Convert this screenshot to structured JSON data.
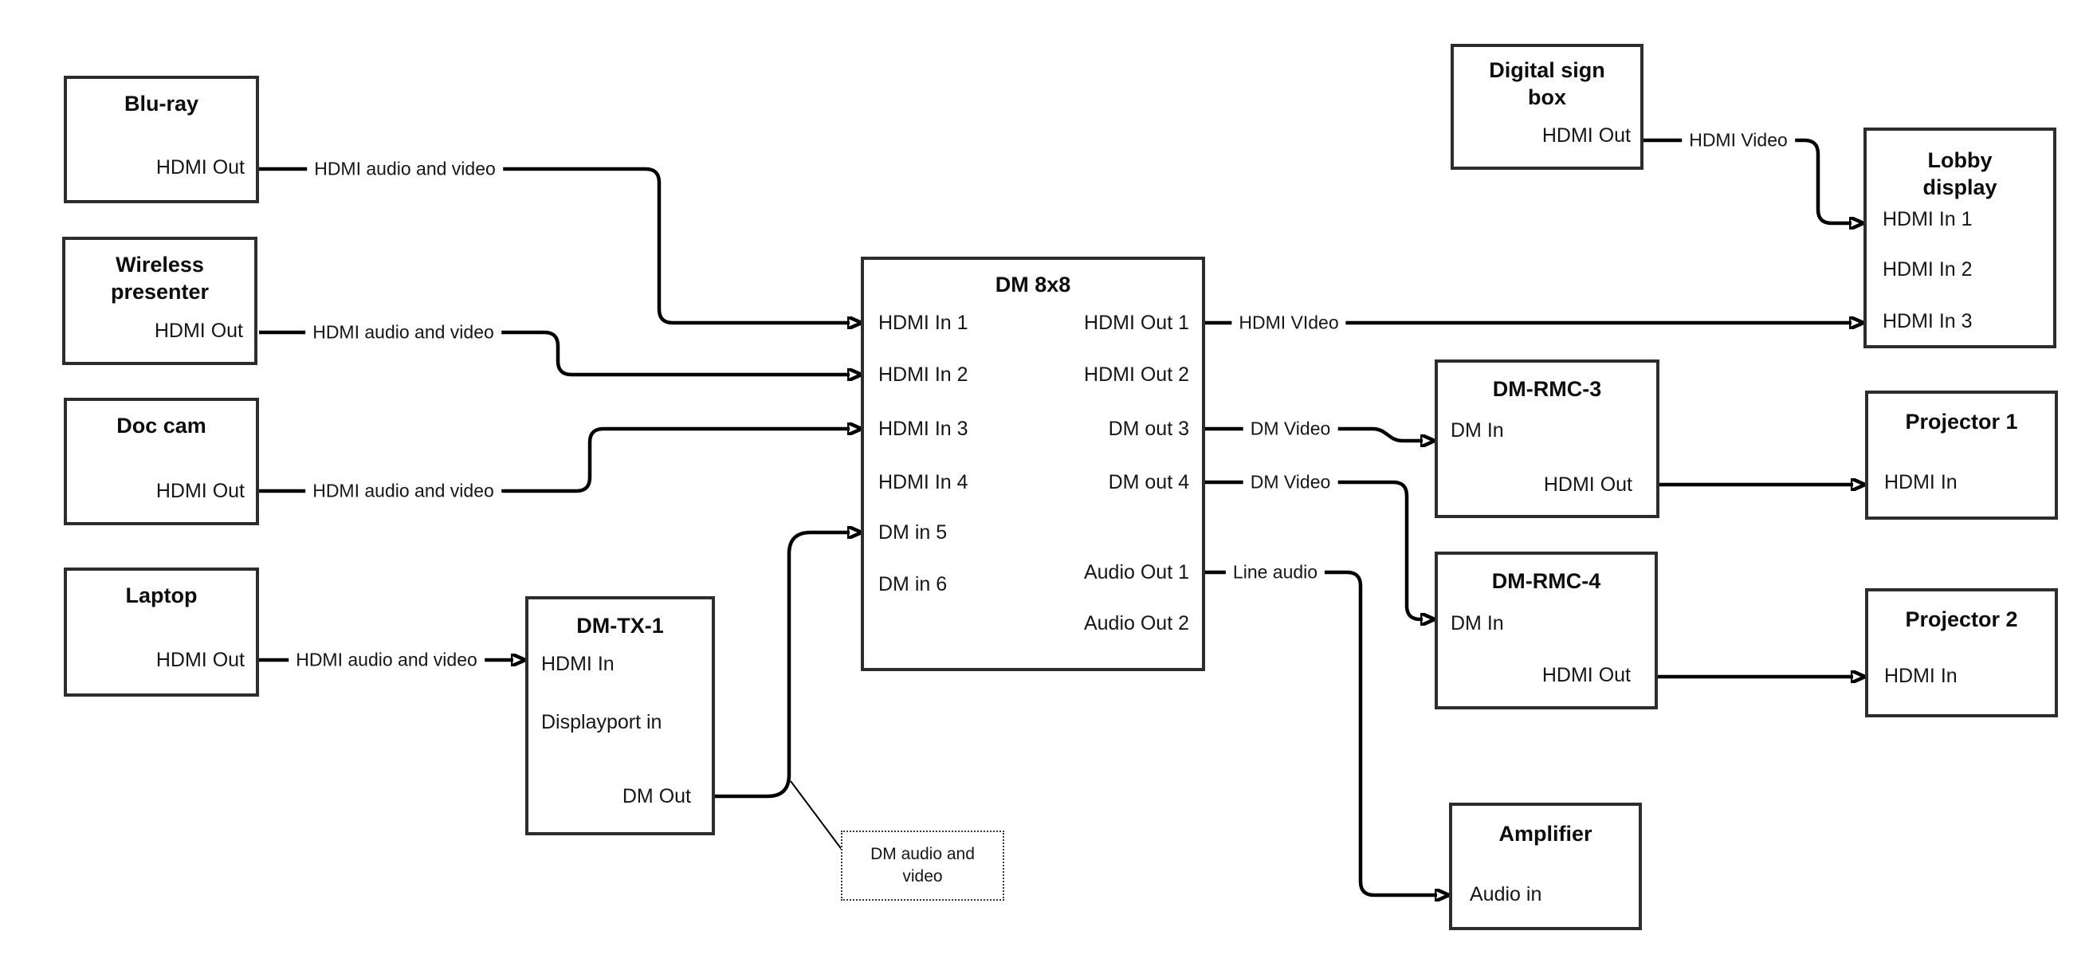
{
  "colors": {
    "background": "#ffffff",
    "wire": "#000000",
    "box_border": "#2d2d2d",
    "text": "#111111"
  },
  "nodes": {
    "bluray": {
      "title": "Blu-ray",
      "ports": {
        "hdmi_out": "HDMI Out"
      }
    },
    "wireless": {
      "title": "Wireless presenter",
      "ports": {
        "hdmi_out": "HDMI Out"
      }
    },
    "doccam": {
      "title": "Doc cam",
      "ports": {
        "hdmi_out": "HDMI Out"
      }
    },
    "laptop": {
      "title": "Laptop",
      "ports": {
        "hdmi_out": "HDMI Out"
      }
    },
    "dmtx1": {
      "title": "DM-TX-1",
      "ports": {
        "hdmi_in": "HDMI In",
        "displayport_in": "Displayport in",
        "dm_out": "DM Out"
      }
    },
    "dm8x8": {
      "title": "DM 8x8",
      "ports": {
        "hdmi_in_1": "HDMI In 1",
        "hdmi_in_2": "HDMI In 2",
        "hdmi_in_3": "HDMI In 3",
        "hdmi_in_4": "HDMI In 4",
        "dm_in_5": "DM in 5",
        "dm_in_6": "DM in 6",
        "hdmi_out_1": "HDMI Out 1",
        "hdmi_out_2": "HDMI Out 2",
        "dm_out_3": "DM out 3",
        "dm_out_4": "DM out 4",
        "audio_out_1": "Audio Out 1",
        "audio_out_2": "Audio Out 2"
      }
    },
    "digitalsign": {
      "title": "Digital sign box",
      "ports": {
        "hdmi_out": "HDMI Out"
      }
    },
    "lobby": {
      "title": "Lobby display",
      "ports": {
        "hdmi_in_1": "HDMI In 1",
        "hdmi_in_2": "HDMI In 2",
        "hdmi_in_3": "HDMI In 3"
      }
    },
    "dmrmc3": {
      "title": "DM-RMC-3",
      "ports": {
        "dm_in": "DM In",
        "hdmi_out": "HDMI Out"
      }
    },
    "projector1": {
      "title": "Projector 1",
      "ports": {
        "hdmi_in": "HDMI In"
      }
    },
    "dmrmc4": {
      "title": "DM-RMC-4",
      "ports": {
        "dm_in": "DM In",
        "hdmi_out": "HDMI Out"
      }
    },
    "projector2": {
      "title": "Projector 2",
      "ports": {
        "hdmi_in": "HDMI In"
      }
    },
    "amplifier": {
      "title": "Amplifier",
      "ports": {
        "audio_in": "Audio in"
      }
    }
  },
  "edges": {
    "bluray_to_dm8x8": {
      "label": "HDMI audio and video"
    },
    "wireless_to_dm8x8": {
      "label": "HDMI audio and video"
    },
    "doccam_to_dm8x8": {
      "label": "HDMI audio and video"
    },
    "laptop_to_dmtx1": {
      "label": "HDMI audio and video"
    },
    "dm8x8_to_lobby": {
      "label": "HDMI VIdeo"
    },
    "dm8x8_to_dmrmc3": {
      "label": "DM Video"
    },
    "dm8x8_to_dmrmc4": {
      "label": "DM Video"
    },
    "dm8x8_to_amplifier": {
      "label": "Line audio"
    },
    "digitalsign_to_lobby": {
      "label": "HDMI Video"
    }
  },
  "note": {
    "text": "DM audio and video"
  }
}
